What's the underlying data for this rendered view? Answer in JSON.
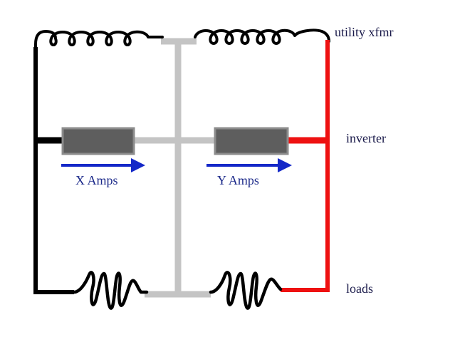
{
  "labels": {
    "utility": "utility xfmr",
    "inverter": "inverter",
    "loads": "loads",
    "current_left": "X Amps",
    "current_right": "Y Amps"
  },
  "colors": {
    "neutral_wire": "#c4c4c4",
    "left_wire": "#000000",
    "right_wire": "#ee1111",
    "device_fill": "#5e5e5e",
    "device_border": "#8c8c8c",
    "arrow": "#1428c8"
  }
}
